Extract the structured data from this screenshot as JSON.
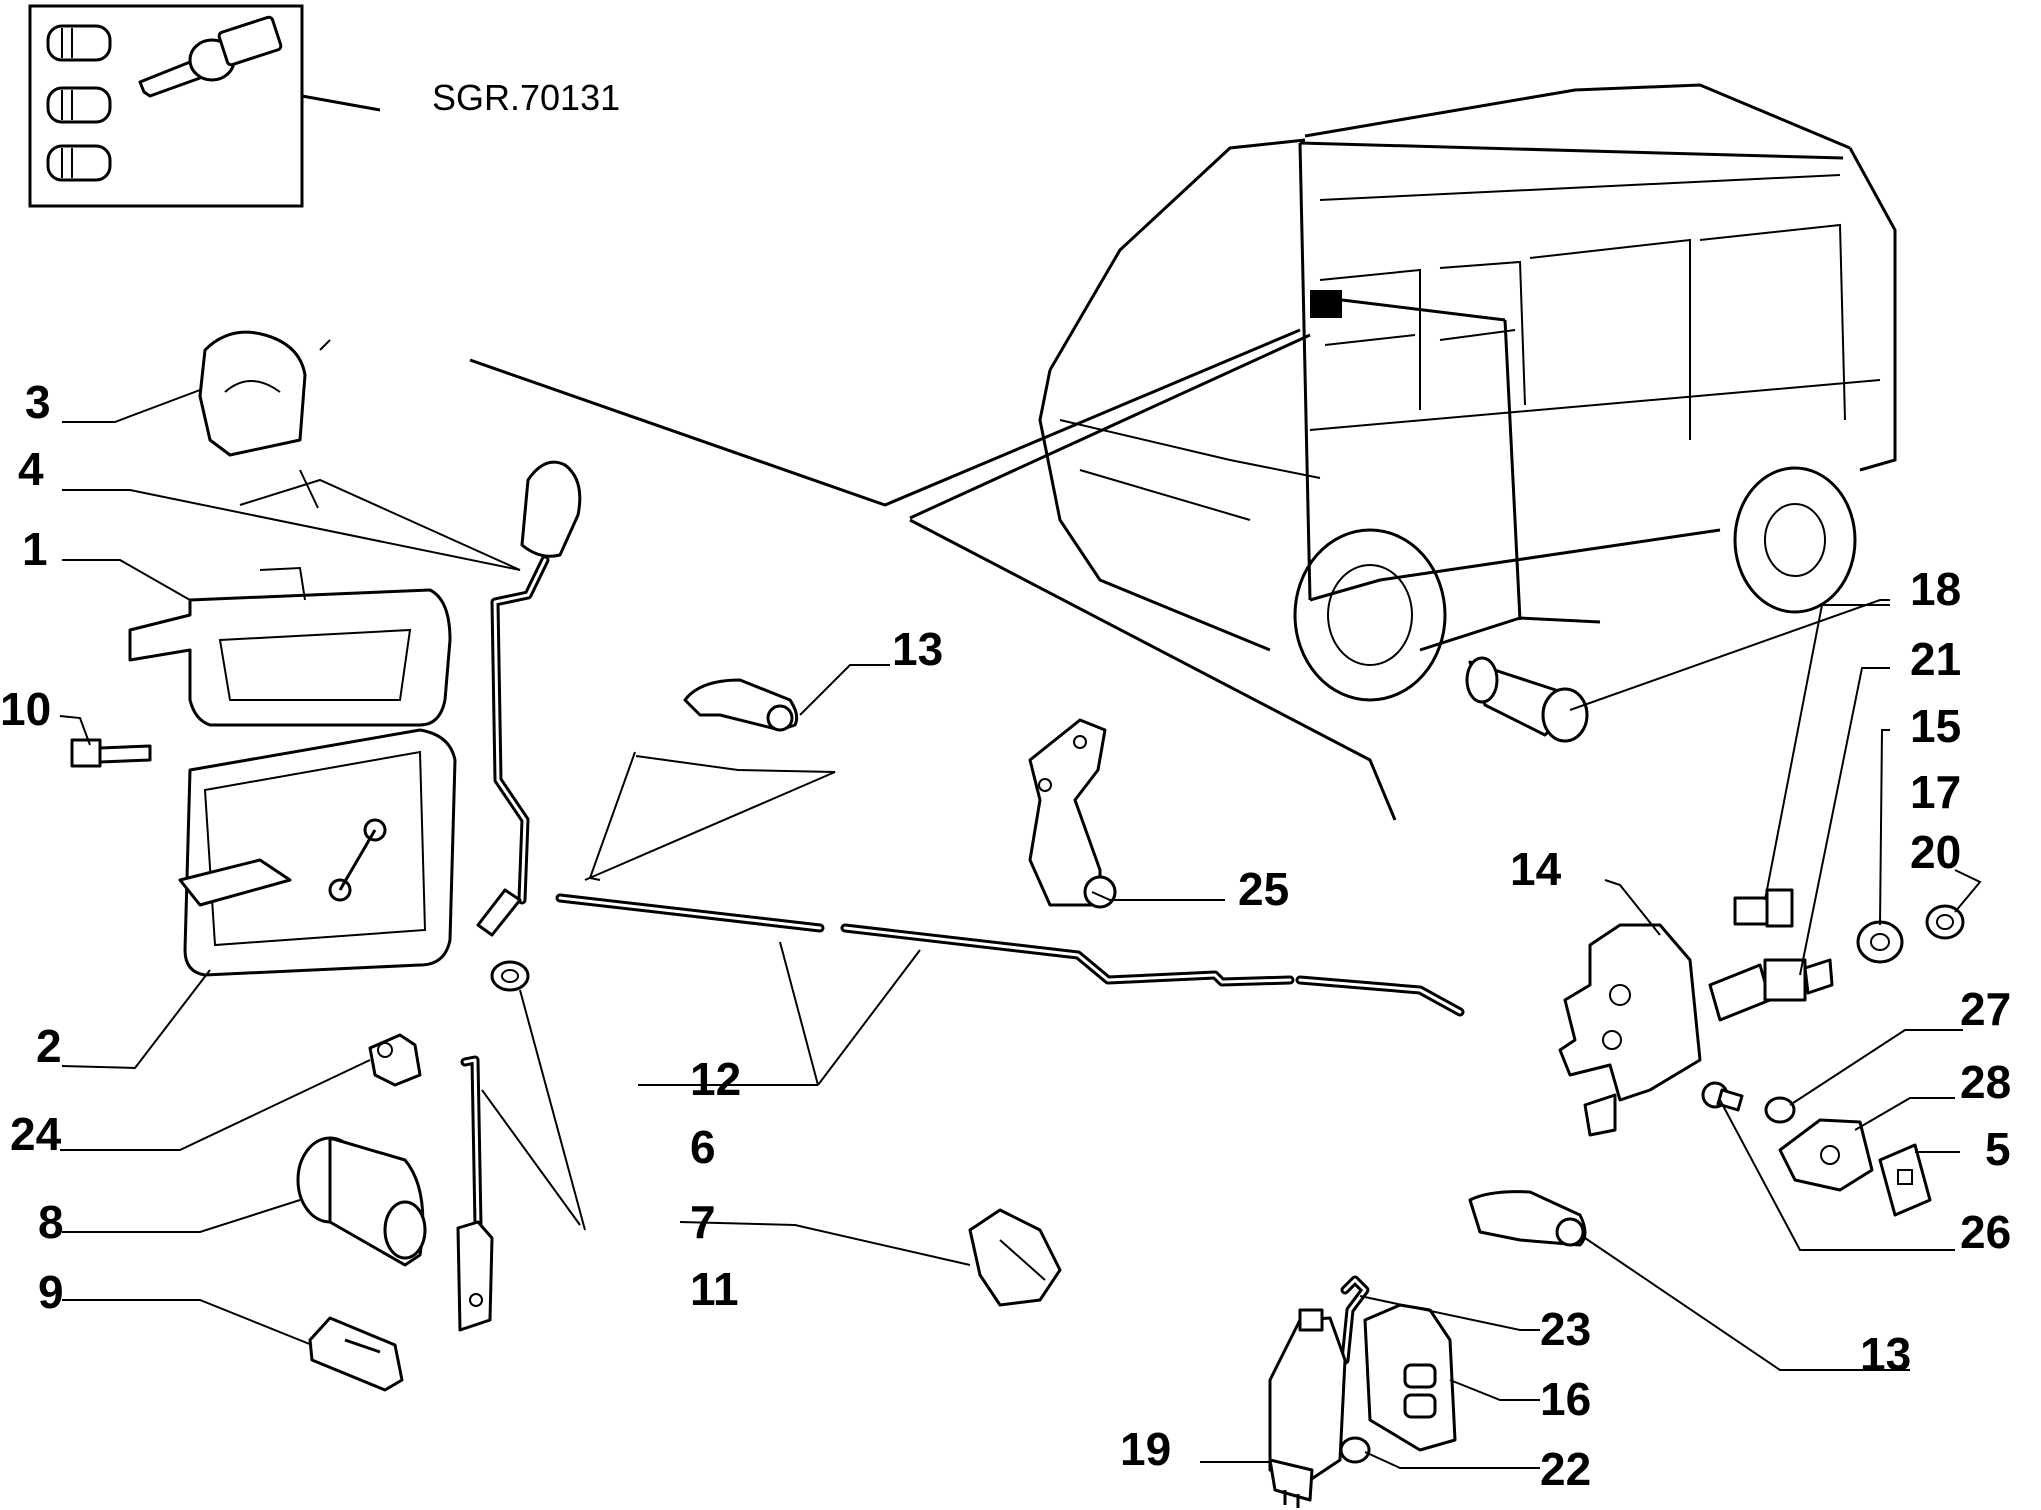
{
  "reference_box": {
    "code": "SGR.70131"
  },
  "labels": {
    "l1": "1",
    "l2": "2",
    "l3": "3",
    "l4": "4",
    "l5": "5",
    "l6": "6",
    "l7": "7",
    "l8": "8",
    "l9": "9",
    "l10": "10",
    "l11": "11",
    "l12": "12",
    "l13a": "13",
    "l13b": "13",
    "l14": "14",
    "l15": "15",
    "l16": "16",
    "l17": "17",
    "l18": "18",
    "l19": "19",
    "l20": "20",
    "l21": "21",
    "l22": "22",
    "l23": "23",
    "l24": "24",
    "l25": "25",
    "l26": "26",
    "l27": "27",
    "l28": "28"
  }
}
